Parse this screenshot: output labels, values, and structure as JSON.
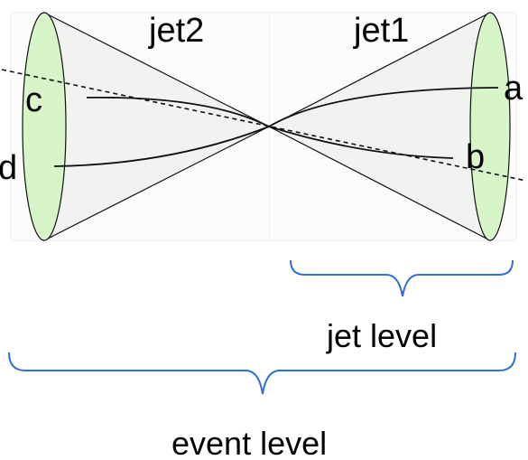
{
  "jets": [
    {
      "name": "jet2",
      "particles": [
        "c",
        "d"
      ]
    },
    {
      "name": "jet1",
      "particles": [
        "a",
        "b"
      ]
    }
  ],
  "levels": {
    "jet": "jet level",
    "event": "event level"
  },
  "colors": {
    "cone_fill": "#f1f3f1",
    "cap_fill": "#d7f5c8",
    "outline": "#111111",
    "brace": "#2f6fd6",
    "background": "#ffffff"
  }
}
